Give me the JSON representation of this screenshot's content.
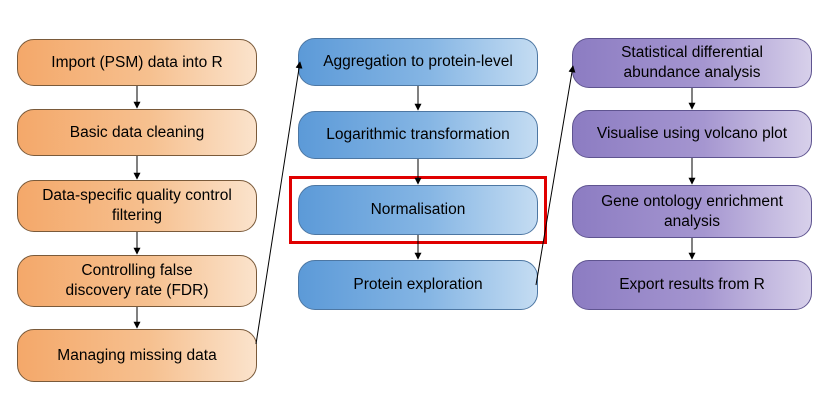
{
  "colors": {
    "orange_start": "#f4a86a",
    "blue_start": "#5c9ad8",
    "purple_start": "#8c7cc2",
    "highlight": "#e00000",
    "arrow": "#000000"
  },
  "columns": [
    {
      "steps": [
        {
          "label": "Import (PSM) data into R"
        },
        {
          "label": "Basic data cleaning"
        },
        {
          "label": "Data-specific quality control filtering"
        },
        {
          "label": "Controlling false discovery rate (FDR)"
        },
        {
          "label": "Managing missing data"
        }
      ]
    },
    {
      "steps": [
        {
          "label": "Aggregation to protein-level"
        },
        {
          "label": "Logarithmic transformation"
        },
        {
          "label": "Normalisation",
          "highlighted": true
        },
        {
          "label": "Protein exploration"
        }
      ]
    },
    {
      "steps": [
        {
          "label": "Statistical differential abundance analysis"
        },
        {
          "label": "Visualise using volcano plot"
        },
        {
          "label": "Gene ontology enrichment analysis"
        },
        {
          "label": "Export results from R"
        }
      ]
    }
  ]
}
